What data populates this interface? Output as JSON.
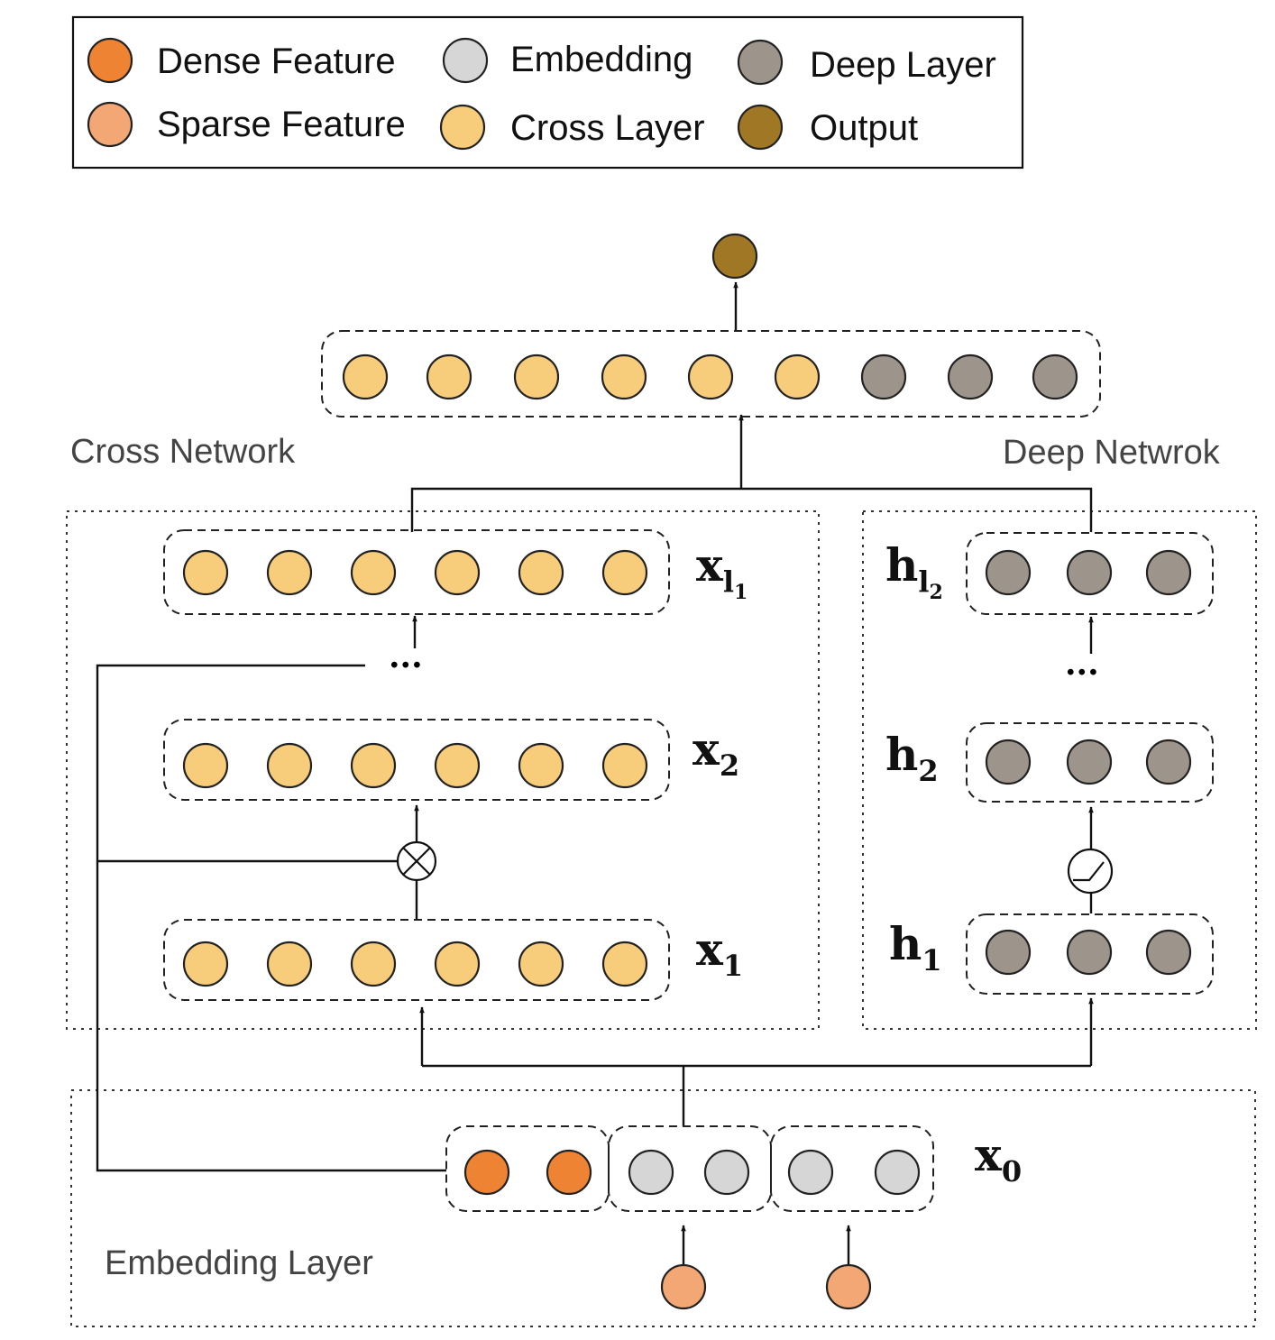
{
  "legend": {
    "items": [
      {
        "label": "Dense Feature",
        "color": "#EE8334"
      },
      {
        "label": "Sparse Feature",
        "color": "#F2A774"
      },
      {
        "label": "Embedding",
        "color": "#D6D6D6"
      },
      {
        "label": "Cross Layer",
        "color": "#F7CC7A"
      },
      {
        "label": "Deep Layer",
        "color": "#9D958B"
      },
      {
        "label": "Output",
        "color": "#A07825"
      }
    ]
  },
  "regions": {
    "cross_network": "Cross Network",
    "deep_network": "Deep Netwrok",
    "embedding_layer": "Embedding Layer"
  },
  "layers": {
    "x0": {
      "base": "x",
      "sub": "0"
    },
    "x1": {
      "base": "x",
      "sub": "1"
    },
    "x2": {
      "base": "x",
      "sub": "2"
    },
    "xl1": {
      "base": "x",
      "sub": "l",
      "subsub": "1"
    },
    "h1": {
      "base": "h",
      "sub": "1"
    },
    "h2": {
      "base": "h",
      "sub": "2"
    },
    "hl2": {
      "base": "h",
      "sub": "l",
      "subsub": "2"
    }
  },
  "ellipsis": "..."
}
